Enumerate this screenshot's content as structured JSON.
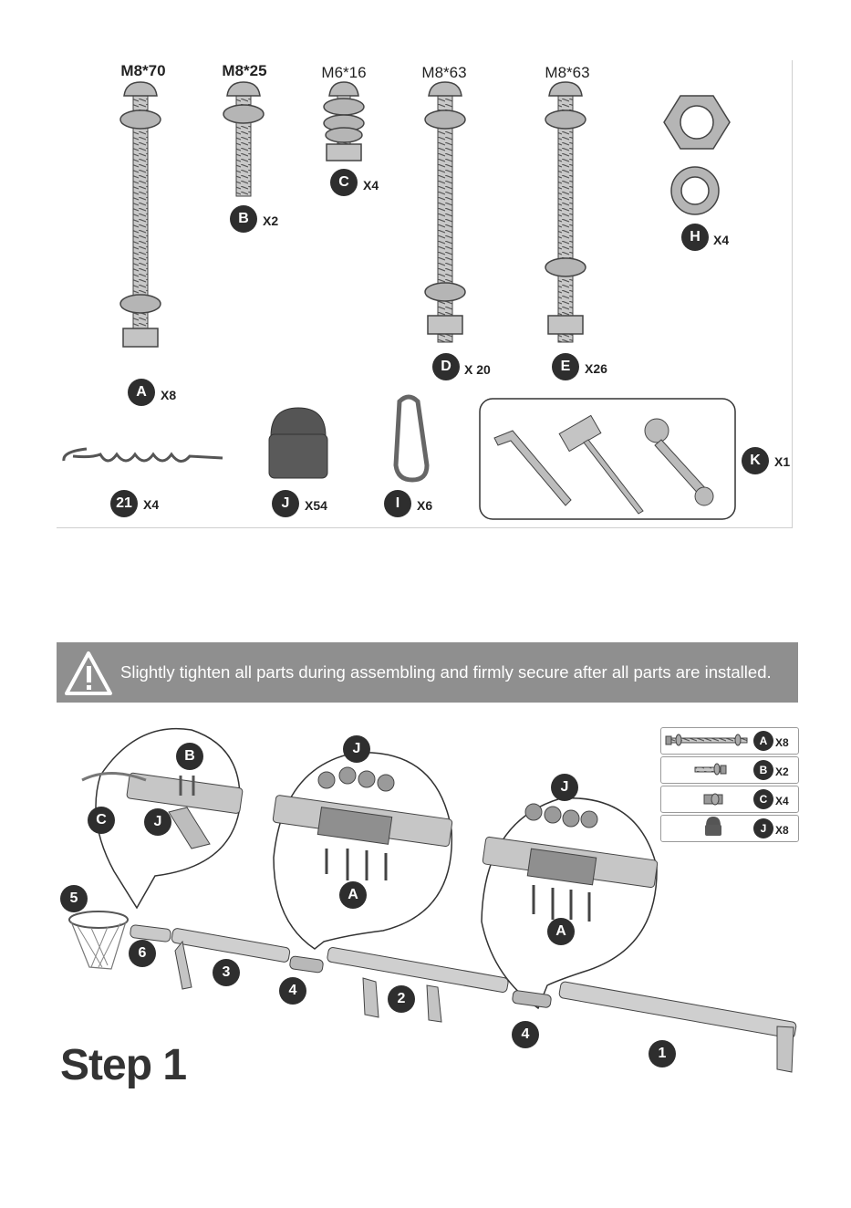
{
  "hardware": {
    "A": {
      "size": "M8*70",
      "letter": "A",
      "qty": "X8"
    },
    "B": {
      "size": "M8*25",
      "letter": "B",
      "qty": "X2"
    },
    "C": {
      "size": "M6*16",
      "letter": "C",
      "qty": "X4"
    },
    "D": {
      "size": "M8*63",
      "letter": "D",
      "qty": "X 20"
    },
    "E": {
      "size": "M8*63",
      "letter": "E",
      "qty": "X26"
    },
    "H": {
      "letter": "H",
      "qty": "X4"
    },
    "p21": {
      "letter": "21",
      "qty": "X4"
    },
    "J": {
      "letter": "J",
      "qty": "X54"
    },
    "I": {
      "letter": "I",
      "qty": "X6"
    },
    "K": {
      "letter": "K",
      "qty": "X1"
    }
  },
  "warning": {
    "text": "Slightly tighten all parts during assembling and firmly secure after all parts are installed."
  },
  "legend": [
    {
      "letter": "A",
      "qty": "X8",
      "icon": "long-bolt-icon"
    },
    {
      "letter": "B",
      "qty": "X2",
      "icon": "short-bolt-icon"
    },
    {
      "letter": "C",
      "qty": "X4",
      "icon": "small-bolt-set-icon"
    },
    {
      "letter": "J",
      "qty": "X8",
      "icon": "cap-nut-icon"
    }
  ],
  "callouts": {
    "detail1_B": "B",
    "detail1_C": "C",
    "detail1_J": "J",
    "detail2_J": "J",
    "detail2_A": "A",
    "detail3_J": "J",
    "detail3_A": "A"
  },
  "tube_numbers": {
    "n1": "1",
    "n2": "2",
    "n3": "3",
    "n4a": "4",
    "n4b": "4",
    "n5": "5",
    "n6": "6"
  },
  "step": {
    "title": "Step 1"
  },
  "colors": {
    "badge": "#2e2e2e",
    "banner": "#8f8f8f",
    "metal": "#bdbdbd",
    "outline": "#555555"
  }
}
